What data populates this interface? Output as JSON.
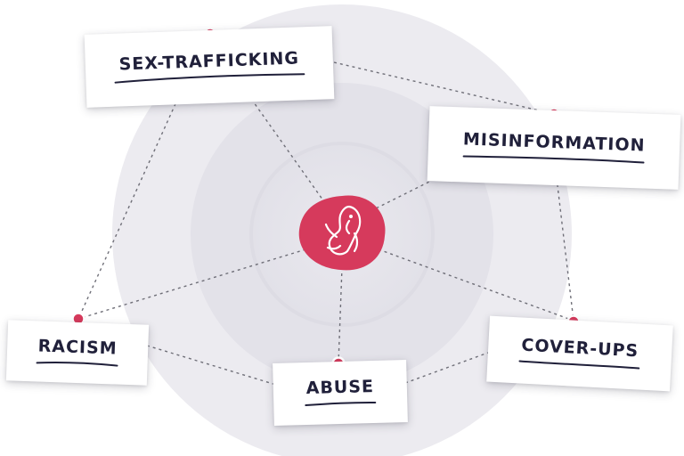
{
  "diagram": {
    "center": {
      "icon": "embryo-icon",
      "color": "#d63a5c"
    },
    "ring_color": "#e9e8ee",
    "accent_color": "#d63a5c",
    "nodes": [
      {
        "id": "sex-trafficking",
        "label": "SEX-TRAFFICKING"
      },
      {
        "id": "misinformation",
        "label": "MISINFORMATION"
      },
      {
        "id": "racism",
        "label": "RACISM"
      },
      {
        "id": "abuse",
        "label": "ABUSE"
      },
      {
        "id": "cover-ups",
        "label": "COVER-UPS"
      }
    ]
  }
}
